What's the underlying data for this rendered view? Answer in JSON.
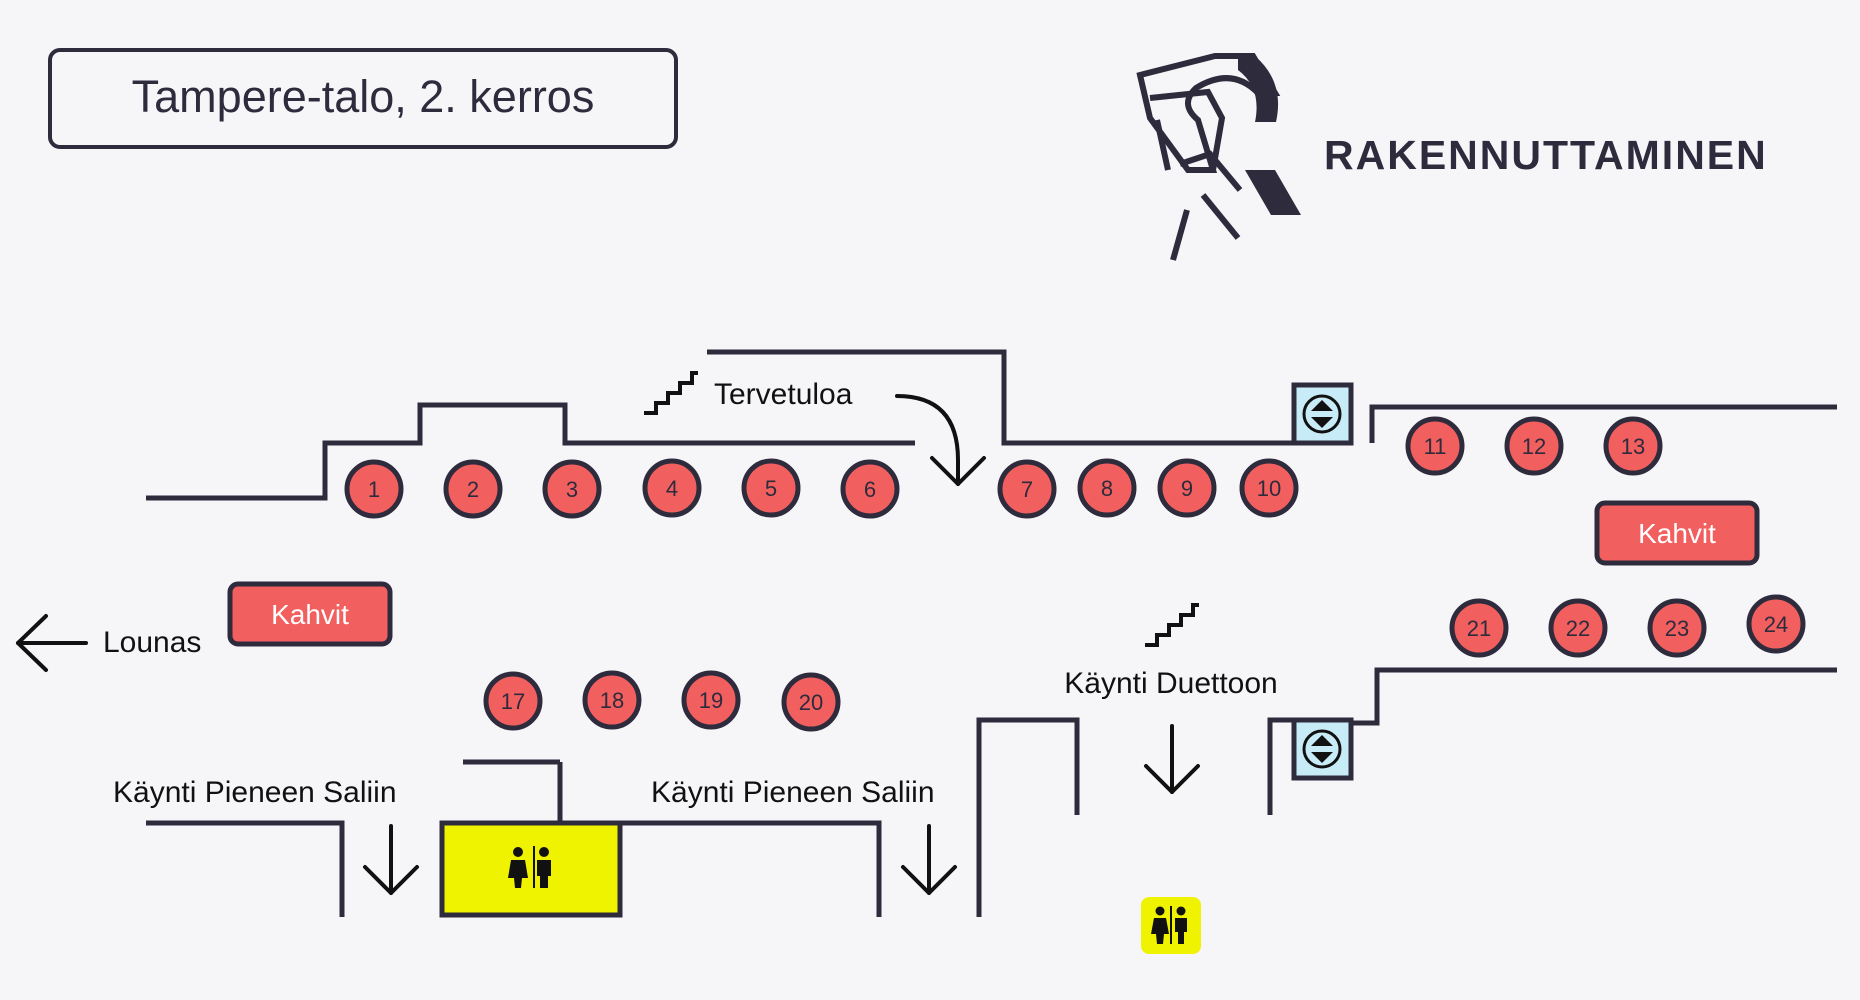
{
  "title": "Tampere-talo, 2. kerros",
  "brand": {
    "name": "RAKENNUTTAMINEN",
    "logo_icon": "rakennuttaminen-logo"
  },
  "colors": {
    "background": "#f6f6f9",
    "ink": "#2e2b3d",
    "stand": "#f25f5f",
    "restroom": "#f0f300",
    "elevator": "#c8ecf7"
  },
  "labels": {
    "welcome": "Tervetuloa",
    "lunch": "Lounas",
    "to_duetto": "Käynti Duettoon",
    "to_small_hall_left": "Käynti Pieneen Saliin",
    "to_small_hall_right": "Käynti Pieneen Saliin",
    "coffee_left": "Kahvit",
    "coffee_right": "Kahvit"
  },
  "stands": [
    "1",
    "2",
    "3",
    "4",
    "5",
    "6",
    "7",
    "8",
    "9",
    "10",
    "11",
    "12",
    "13",
    "17",
    "18",
    "19",
    "20",
    "21",
    "22",
    "23",
    "24"
  ],
  "icons": [
    "stairs-icon",
    "elevator-icon",
    "restroom-icon",
    "arrow-down-icon",
    "arrow-left-icon"
  ]
}
